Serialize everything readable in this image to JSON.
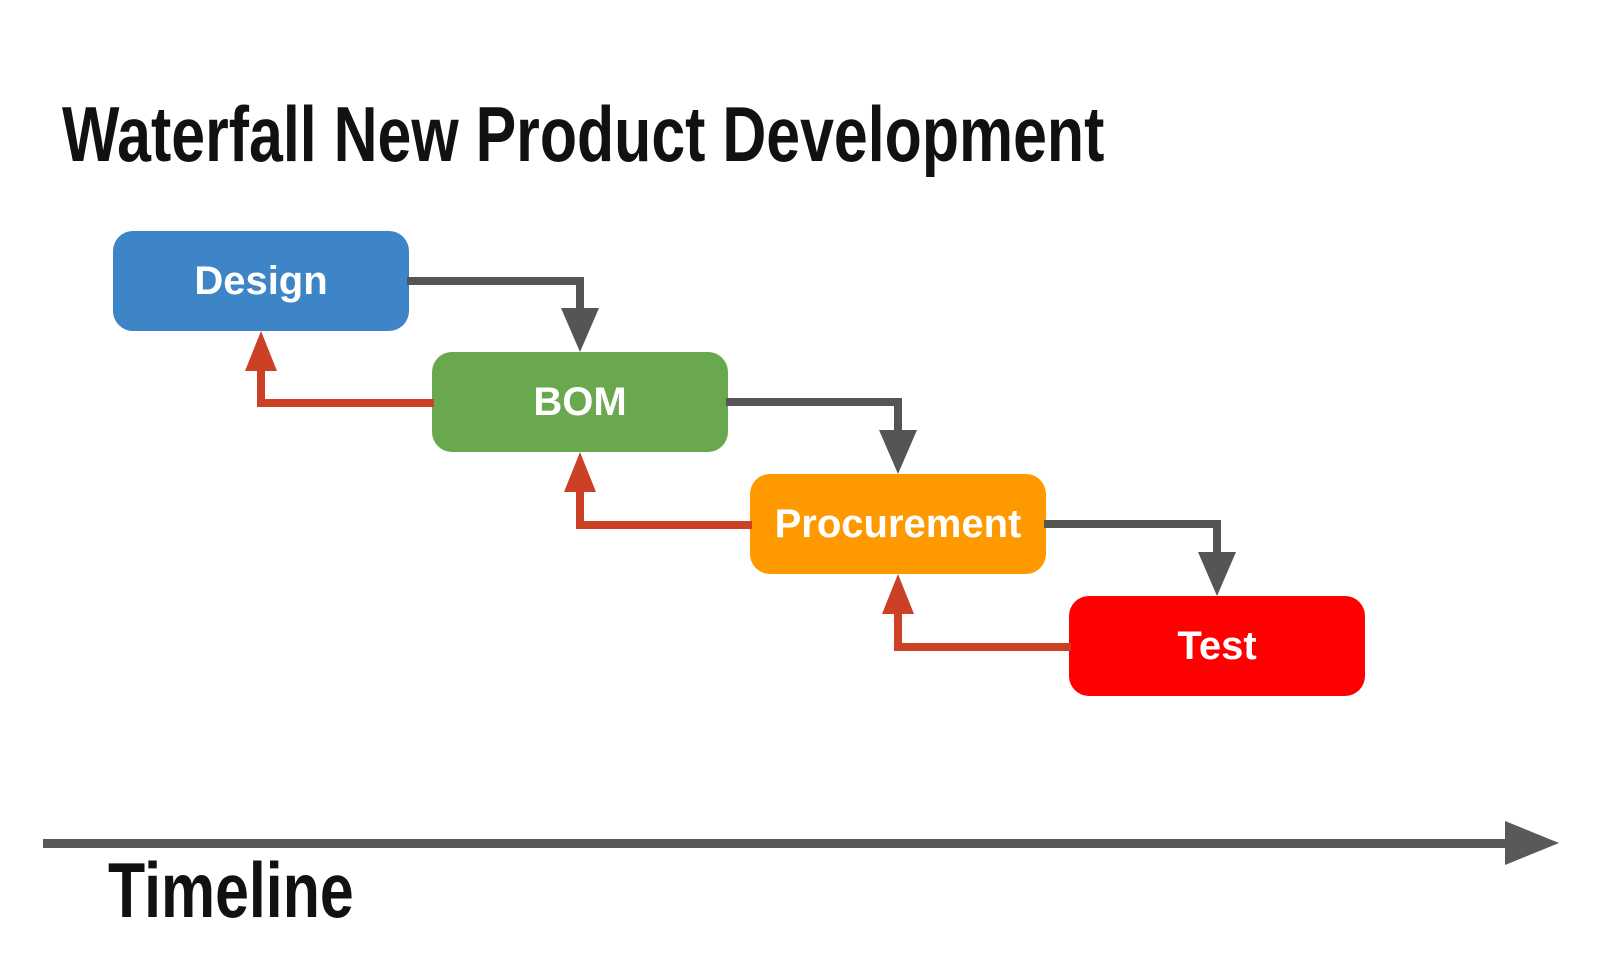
{
  "title": "Waterfall New Product Development",
  "timeline": {
    "label": "Timeline"
  },
  "colors": {
    "title_text": "#111111",
    "box_text": "#ffffff",
    "forward_arrow": "#555555",
    "feedback_arrow": "#cc4125",
    "timeline_arrow": "#595959"
  },
  "stages": [
    {
      "label": "Design",
      "color": "#3d85c6"
    },
    {
      "label": "BOM",
      "color": "#6aa84f"
    },
    {
      "label": "Procurement",
      "color": "#ff9900"
    },
    {
      "label": "Test",
      "color": "#ff0000"
    }
  ],
  "flow": {
    "forward": [
      {
        "from": "Design",
        "to": "BOM"
      },
      {
        "from": "BOM",
        "to": "Procurement"
      },
      {
        "from": "Procurement",
        "to": "Test"
      }
    ],
    "feedback": [
      {
        "from": "BOM",
        "to": "Design"
      },
      {
        "from": "Procurement",
        "to": "BOM"
      },
      {
        "from": "Test",
        "to": "Procurement"
      }
    ]
  }
}
